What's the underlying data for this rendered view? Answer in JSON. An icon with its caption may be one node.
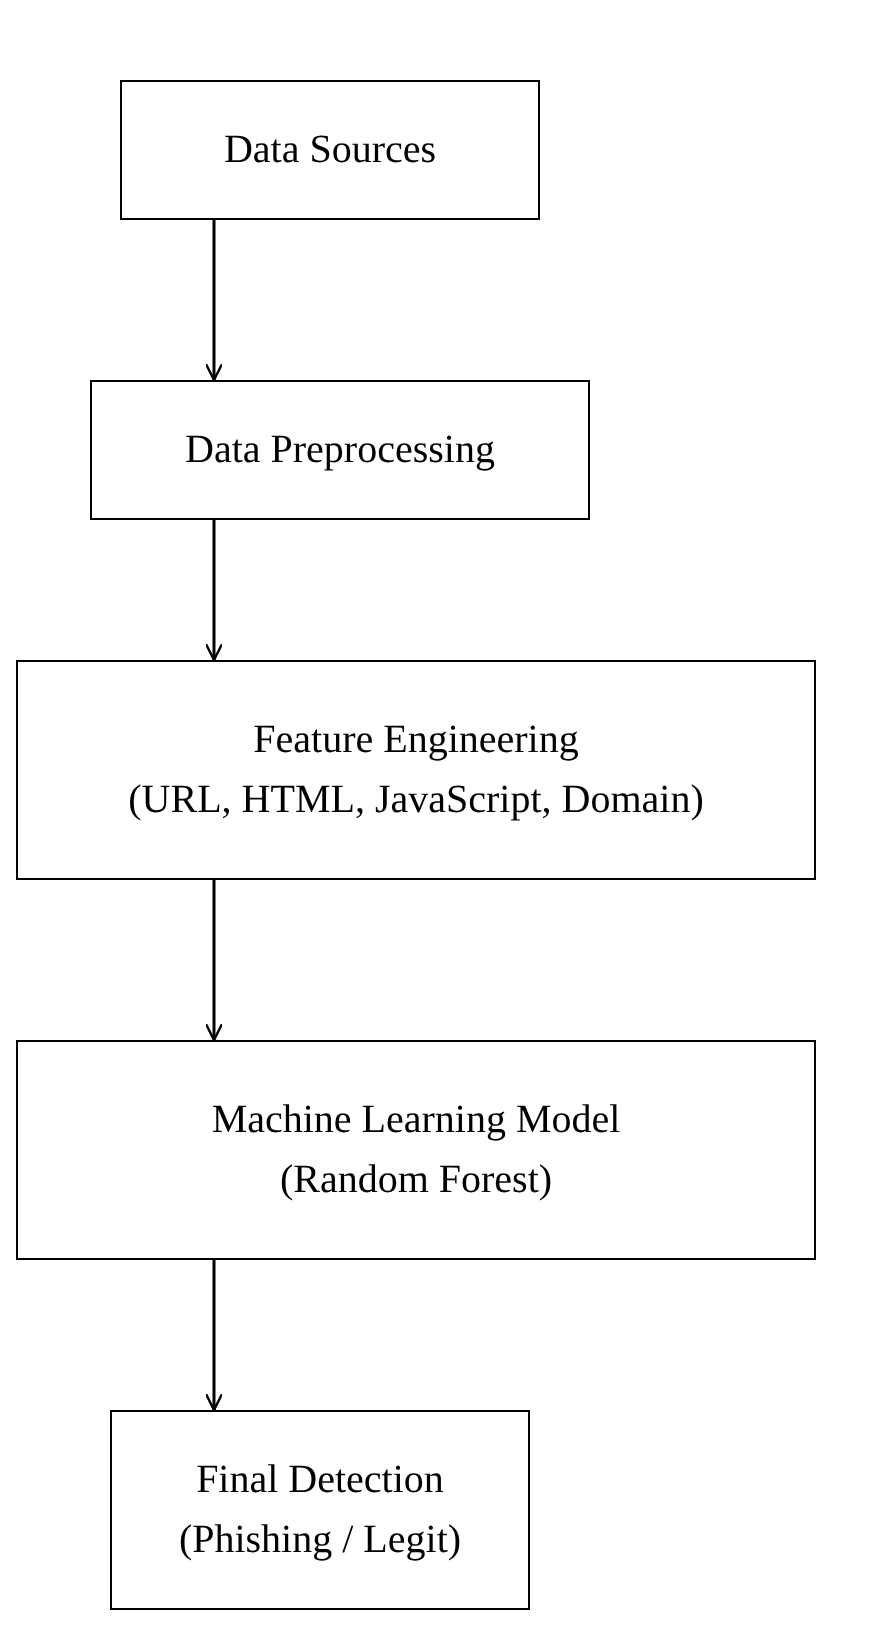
{
  "diagram": {
    "nodes": [
      {
        "text": [
          "Data Sources"
        ]
      },
      {
        "text": [
          "Data Preprocessing"
        ]
      },
      {
        "text": [
          "Feature Engineering",
          "(URL, HTML, JavaScript, Domain)"
        ]
      },
      {
        "text": [
          "Machine Learning Model",
          "(Random Forest)"
        ]
      },
      {
        "text": [
          "Final Detection",
          "(Phishing / Legit)"
        ]
      }
    ],
    "edges": [
      {
        "from": 0,
        "to": 1,
        "arrow": "to"
      },
      {
        "from": 1,
        "to": 2,
        "arrow": "to"
      },
      {
        "from": 2,
        "to": 3,
        "arrow": "to"
      },
      {
        "from": 3,
        "to": 4,
        "arrow": "to"
      }
    ]
  }
}
